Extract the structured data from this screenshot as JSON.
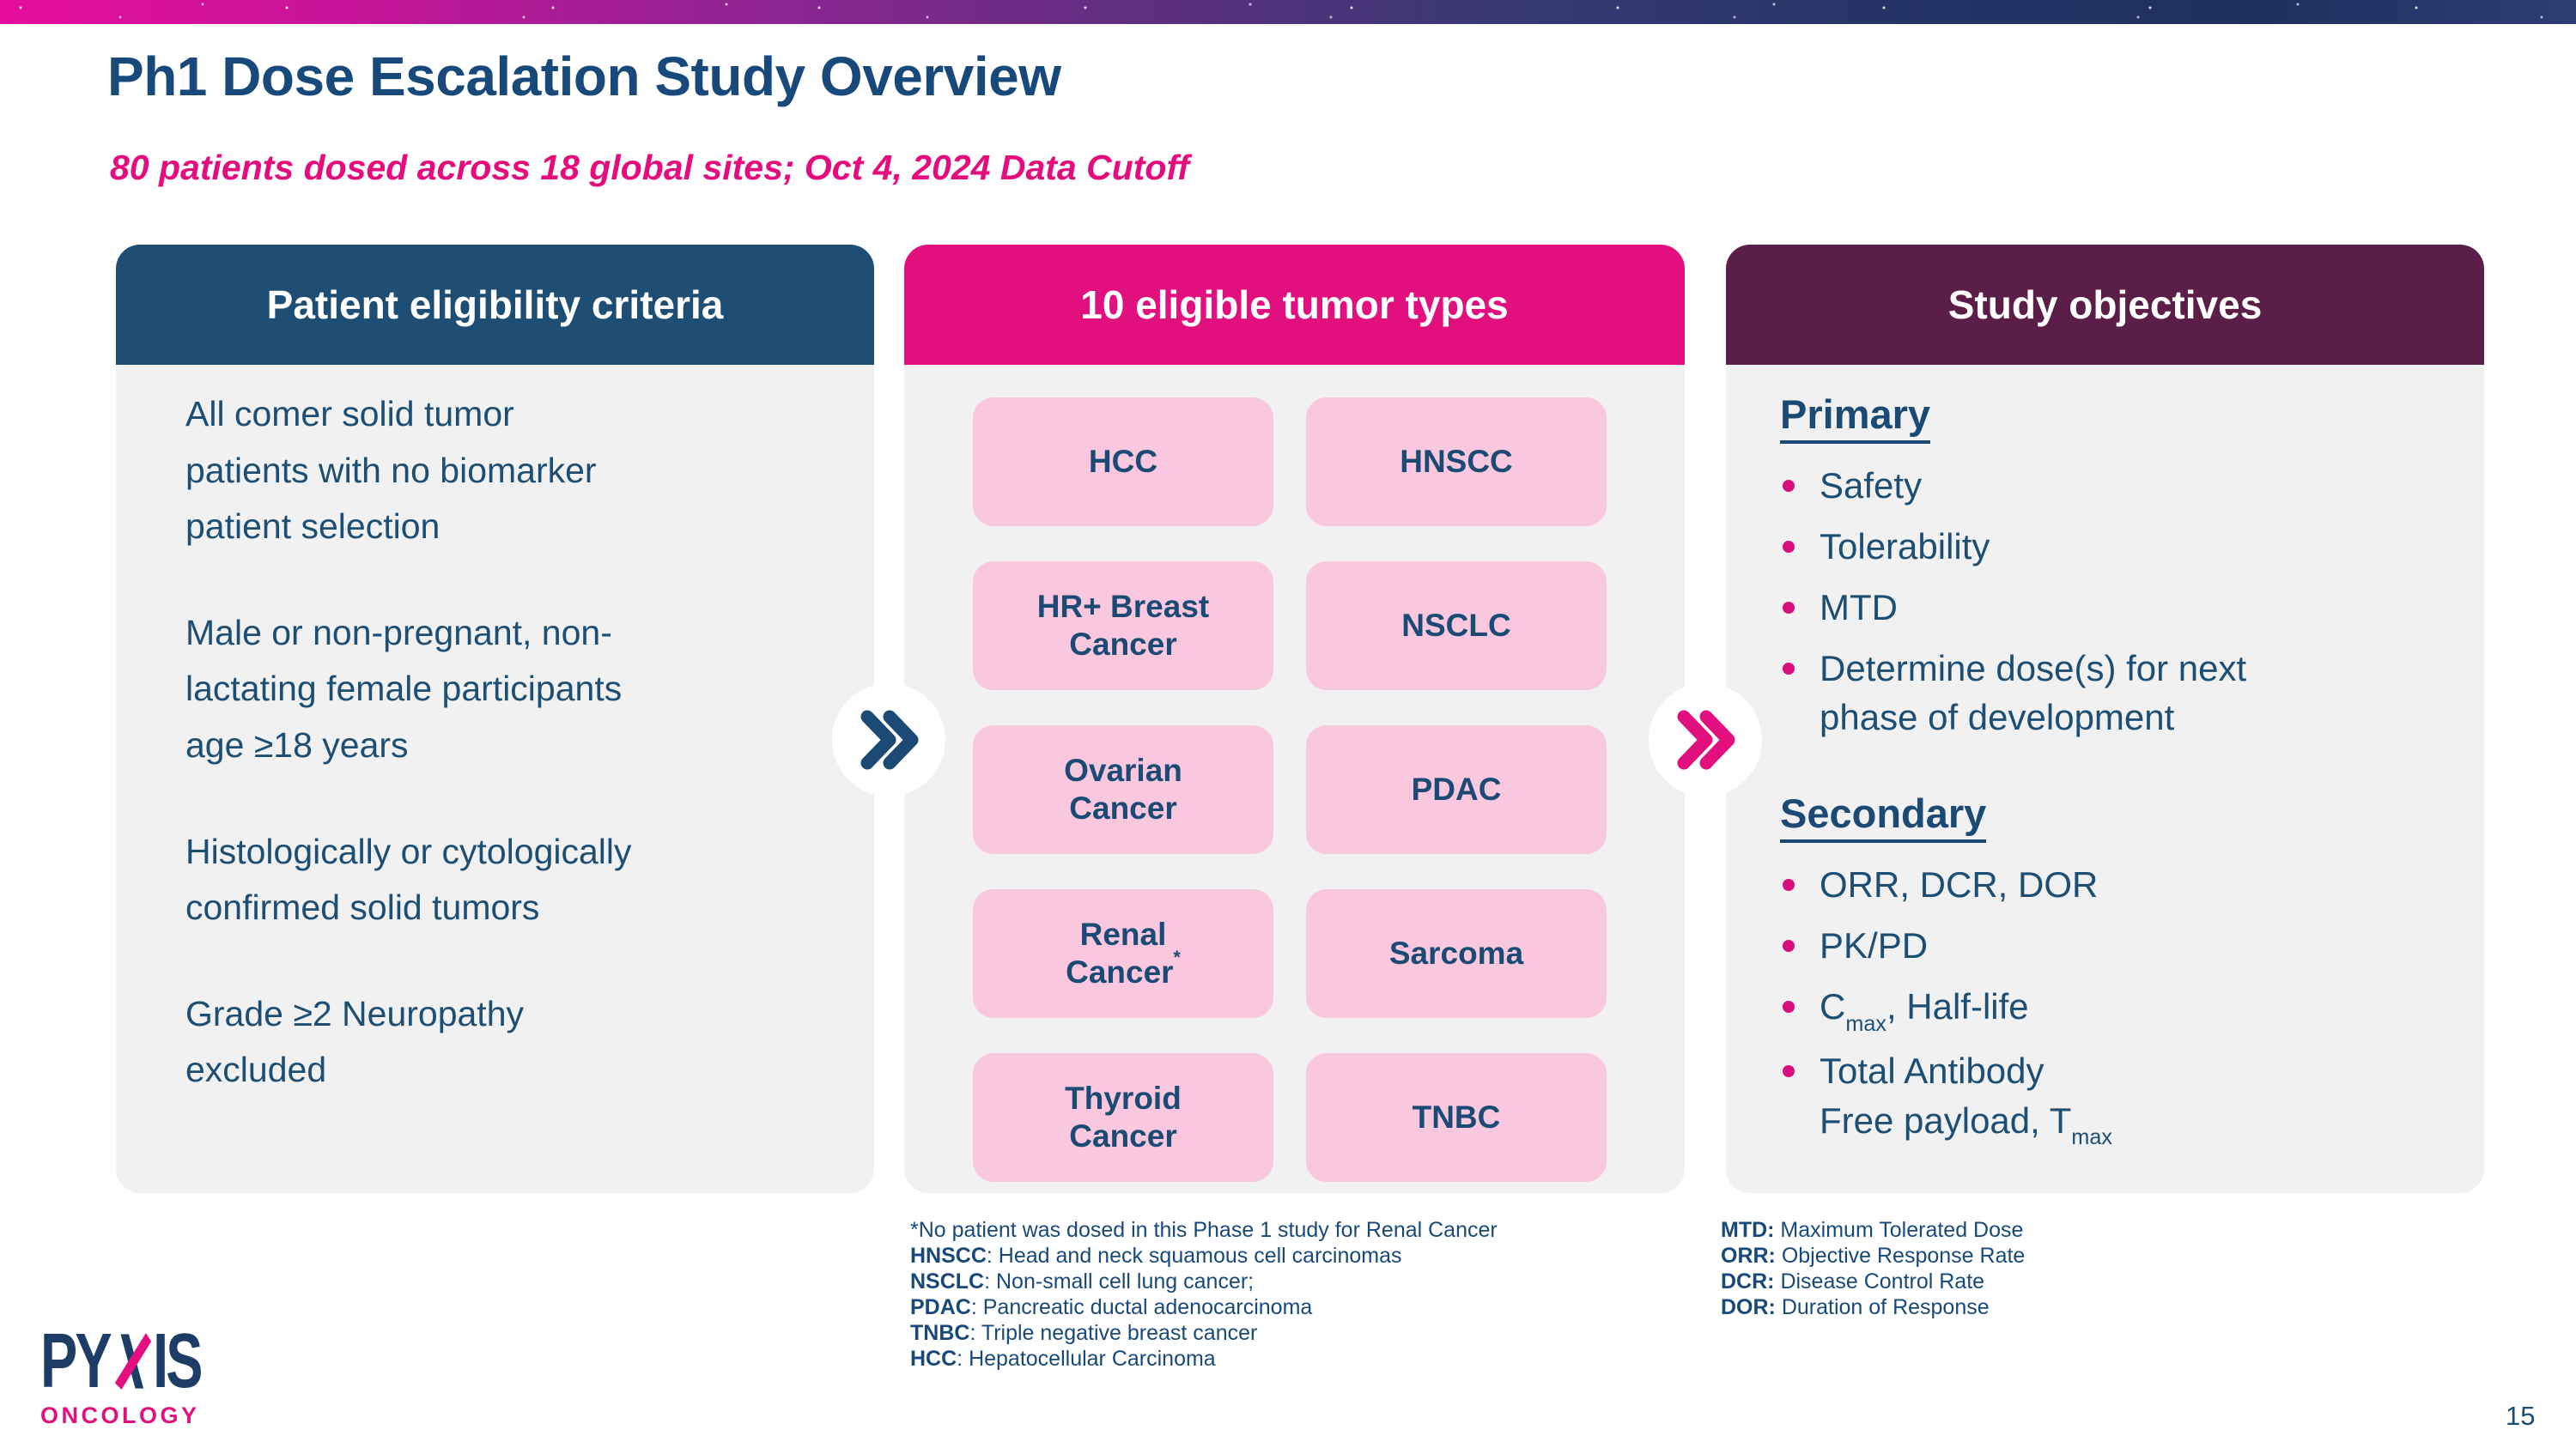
{
  "slide": {
    "title": "Ph1 Dose Escalation Study Overview",
    "subtitle": "80 patients dosed across 18 global sites; Oct 4, 2024 Data Cutoff",
    "page_number": "15"
  },
  "colors": {
    "navy_header": "#1e4e74",
    "pink_header": "#e2107f",
    "plum_header": "#5a1e48",
    "body_text_navy": "#1d4e74",
    "accent_pink": "#e50d7e",
    "panel_bg": "#f1f1f1",
    "tumor_box_pink": "#f9c8de"
  },
  "panels": {
    "eligibility": {
      "header": "Patient eligibility criteria",
      "items": [
        [
          "All comer solid tumor",
          "patients with no biomarker",
          "patient selection"
        ],
        [
          "Male or non-pregnant, non-",
          "lactating female participants",
          "age ≥18 years"
        ],
        [
          "Histologically or cytologically",
          "confirmed solid tumors"
        ],
        [
          "Grade ≥2 Neuropathy",
          "excluded"
        ]
      ]
    },
    "tumors": {
      "header": "10 eligible tumor types",
      "boxes": [
        {
          "line1": "HCC"
        },
        {
          "line1": "HNSCC"
        },
        {
          "line1": "HR+ Breast",
          "line2": "Cancer"
        },
        {
          "line1": "NSCLC"
        },
        {
          "line1": "Ovarian",
          "line2": "Cancer"
        },
        {
          "line1": "PDAC"
        },
        {
          "line1": "Renal",
          "line2": "Cancer",
          "sup": "*"
        },
        {
          "line1": "Sarcoma"
        },
        {
          "line1": "Thyroid",
          "line2": "Cancer"
        },
        {
          "line1": "TNBC"
        }
      ]
    },
    "objectives": {
      "header": "Study objectives",
      "primary_label": "Primary",
      "primary_items": [
        "Safety",
        "Tolerability",
        "MTD"
      ],
      "primary_item_long": {
        "line1": "Determine dose(s) for next",
        "line2": "phase of development"
      },
      "secondary_label": "Secondary",
      "secondary_items": [
        "ORR, DCR, DOR",
        "PK/PD"
      ],
      "cmax_item": {
        "pre": "C",
        "sub": "max",
        "post": ", Half-life"
      },
      "total_item": {
        "line1": "Total Antibody",
        "line2_pre": "Free payload, T",
        "line2_sub": "max"
      }
    }
  },
  "arrows": {
    "left_icon": "double-chevron-right-navy",
    "right_icon": "double-chevron-right-pink",
    "navy": "#1b4a74",
    "pink": "#e2107f"
  },
  "footnotes": {
    "tumor_note": "*No patient was dosed in this Phase 1 study for Renal Cancer",
    "tumor_defs": [
      {
        "abbr": "HNSCC",
        "text": ": Head and neck squamous cell carcinomas"
      },
      {
        "abbr": "NSCLC",
        "text": ": Non-small cell lung cancer;"
      },
      {
        "abbr": "PDAC",
        "text": ": Pancreatic ductal adenocarcinoma"
      },
      {
        "abbr": "TNBC",
        "text": ": Triple negative breast cancer"
      },
      {
        "abbr": "HCC",
        "text": ": Hepatocellular Carcinoma"
      }
    ],
    "objective_defs": [
      {
        "abbr": "MTD:",
        "text": " Maximum Tolerated Dose"
      },
      {
        "abbr": "ORR:",
        "text": " Objective Response Rate"
      },
      {
        "abbr": "DCR:",
        "text": " Disease Control Rate"
      },
      {
        "abbr": "DOR:",
        "text": " Duration of Response"
      }
    ]
  },
  "logo": {
    "pre": "PY",
    "post": "IS",
    "sub": "ONCOLOGY"
  }
}
